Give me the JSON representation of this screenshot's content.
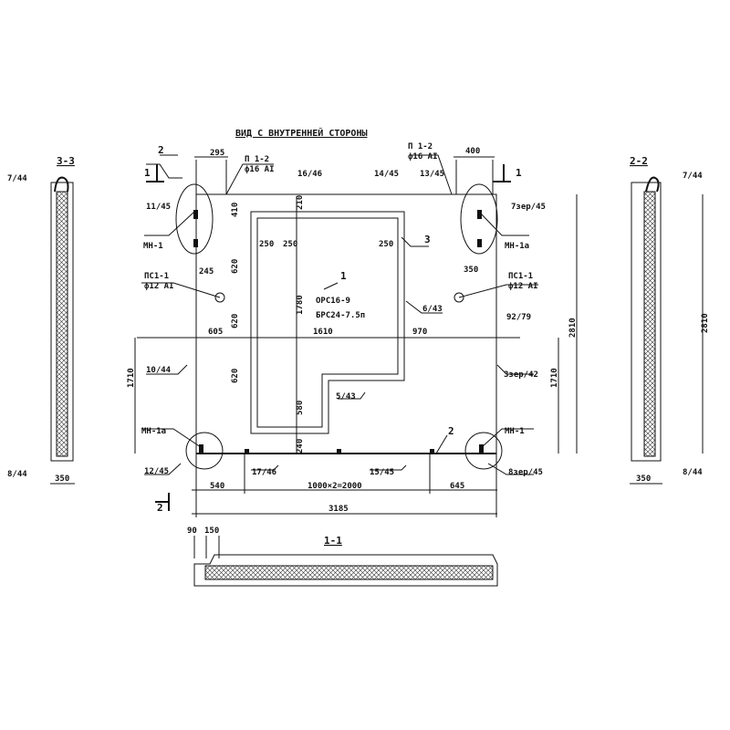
{
  "title": "ВИД С ВНУТРЕННЕЙ СТОРОНЫ",
  "sections": {
    "s33": "3-3",
    "s22": "2-2",
    "s11": "1-1"
  },
  "cut_marks": {
    "c2": "2",
    "c1": "1"
  },
  "labels": {
    "p12": "П 1-2",
    "d16": "ф16 AI",
    "ps11": "ПС1-1",
    "d12": "ф12 AI",
    "mn1": "МН-1",
    "mn1a": "МН-1а",
    "m1145": "11/45",
    "m1646": "16/46",
    "m1445": "14/45",
    "m1345": "13/45",
    "m7": "7зер/45",
    "m643": "6/43",
    "m9279": "92/79",
    "m1044": "10/44",
    "m3": "3зер/42",
    "m543": "5/43",
    "m1245": "12/45",
    "m1746": "17/46",
    "m1545": "15/45",
    "m8": "8зер/45",
    "m744": "7/44",
    "m844": "8/44",
    "pos1": "1",
    "pos2": "2",
    "pos3": "3",
    "orc": "ОРС16-9",
    "brc": "БРС24-7.5п"
  },
  "dims": {
    "d295": "295",
    "d400": "400",
    "d410": "410",
    "d210": "210",
    "d250": "250",
    "d620": "620",
    "d245": "245",
    "d350": "350",
    "d1780": "1780",
    "d605": "605",
    "d1610": "1610",
    "d970": "970",
    "d1710": "1710",
    "d580": "580",
    "d240": "240",
    "d540": "540",
    "d2000": "1000×2=2000",
    "d645": "645",
    "d3185": "3185",
    "d2810": "2810",
    "d90": "90",
    "d150": "150"
  }
}
